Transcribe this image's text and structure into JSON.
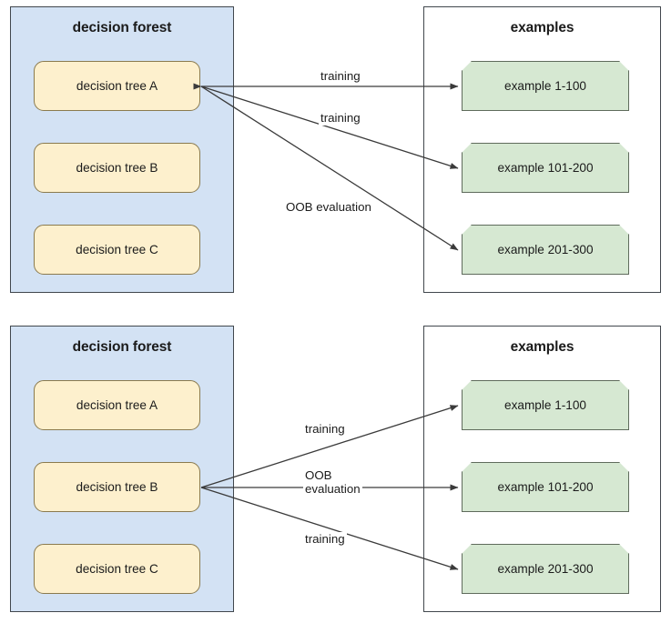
{
  "colors": {
    "forest_fill": "#d3e2f4",
    "tree_fill": "#fdf0cd",
    "example_fill": "#d6e8d2",
    "border": "#41474d",
    "arrow": "#3a3a3a",
    "text": "#1b1b1b",
    "page_background": "#ffffff"
  },
  "panels": [
    {
      "id": "panel-top",
      "forest": {
        "title": "decision forest",
        "trees": [
          {
            "label": "decision tree A",
            "highlighted": true
          },
          {
            "label": "decision tree B",
            "highlighted": false
          },
          {
            "label": "decision tree C",
            "highlighted": false
          }
        ]
      },
      "examples": {
        "title": "examples",
        "items": [
          {
            "label": "example 1-100"
          },
          {
            "label": "example 101-200"
          },
          {
            "label": "example 201-300"
          }
        ]
      },
      "edges": [
        {
          "from": "decision tree A",
          "to": "example 1-100",
          "label": "training",
          "bidirectional": true
        },
        {
          "from": "decision tree A",
          "to": "example 101-200",
          "label": "training",
          "bidirectional": false
        },
        {
          "from": "decision tree A",
          "to": "example 201-300",
          "label": "OOB evaluation",
          "bidirectional": false
        }
      ]
    },
    {
      "id": "panel-bottom",
      "forest": {
        "title": "decision forest",
        "trees": [
          {
            "label": "decision tree A",
            "highlighted": false
          },
          {
            "label": "decision tree B",
            "highlighted": true
          },
          {
            "label": "decision tree C",
            "highlighted": false
          }
        ]
      },
      "examples": {
        "title": "examples",
        "items": [
          {
            "label": "example 1-100"
          },
          {
            "label": "example 101-200"
          },
          {
            "label": "example 201-300"
          }
        ]
      },
      "edges": [
        {
          "from": "decision tree B",
          "to": "example 1-100",
          "label": "training",
          "bidirectional": false
        },
        {
          "from": "decision tree B",
          "to": "example 101-200",
          "label": "OOB\nevaluation",
          "label_line1": "OOB",
          "label_line2": "evaluation",
          "bidirectional": false
        },
        {
          "from": "decision tree B",
          "to": "example 201-300",
          "label": "training",
          "bidirectional": false
        }
      ]
    }
  ]
}
